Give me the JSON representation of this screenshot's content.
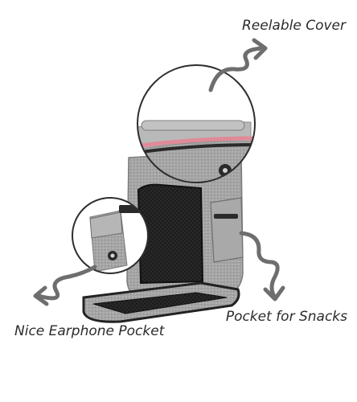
{
  "labels": {
    "cover": "Reelable Cover",
    "earphone": "Nice Earphone Pocket",
    "snacks": "Pocket for Snacks"
  },
  "colors": {
    "bag_gray": "#9c9c9c",
    "bag_dark": "#2a2a2a",
    "accent_pink": "#e08a98",
    "arrow": "#6e6e6e"
  }
}
